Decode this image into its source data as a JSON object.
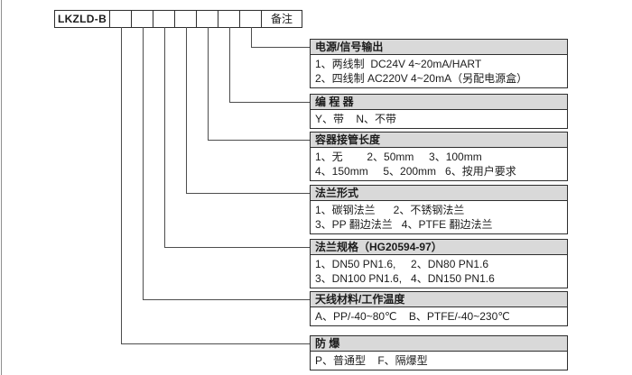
{
  "model_row": {
    "model_label": "LKZLD-B",
    "code_boxes": [
      "",
      "",
      "",
      "",
      "",
      "",
      ""
    ],
    "remark_label": "备注"
  },
  "sections": [
    {
      "title": "电源/信号输出",
      "body": "1、两线制  DC24V 4~20mA/HART\n2、四线制 AC220V 4~20mA（另配电源盒）"
    },
    {
      "title": "编 程 器",
      "body": "Y、带    N、不带"
    },
    {
      "title": "容器接管长度",
      "body": "1、无        2、50mm     3、100mm\n4、150mm     5、200mm   6、按用户要求"
    },
    {
      "title": "法兰形式",
      "body": "1、碳钢法兰      2、不锈钢法兰\n3、PP 翻边法兰   4、PTFE 翻边法兰"
    },
    {
      "title": "法兰规格（HG20594-97）",
      "body": "1、DN50 PN1.6,     2、DN80 PN1.6\n3、DN100 PN1.6,   4、DN150 PN1.6"
    },
    {
      "title": "天线材料/工作温度",
      "body": "A、PP/-40~80℃    B、PTFE/-40~230℃"
    },
    {
      "title": "防    爆",
      "body": "P、普通型    F、隔爆型"
    }
  ],
  "colors": {
    "header_bg": "#d9d9d9",
    "border": "#2e2e2e",
    "connector": "#4d4d4d"
  }
}
